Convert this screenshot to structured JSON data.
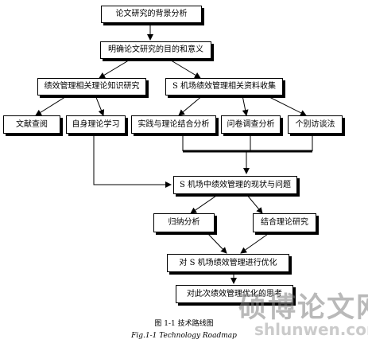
{
  "nodes": {
    "background": "论文研究的背景分析",
    "purpose": "明确论文研究的目的和意义",
    "knowledge": "绩效管理相关理论知识研究",
    "materials": "S 机场绩效管理相关资料收集",
    "literature": "文献查阅",
    "self_study": "自身理论学习",
    "practice": "实践与理论结合分析",
    "survey": "问卷调查分析",
    "interview": "个别访谈法",
    "status": "S 机场中绩效管理的现状与问题",
    "induction": "归纳分析",
    "theory": "结合理论研究",
    "optimize": "对 S 机场绩效管理进行优化",
    "summary": "对此次绩效管理优化的思考"
  },
  "caption": {
    "cn": "图 1-1  技术路线图",
    "en": "Fig.1-1 Technology Roadmap"
  },
  "watermark": {
    "cn": "硕博论文网",
    "en": "shlunwen.com"
  }
}
